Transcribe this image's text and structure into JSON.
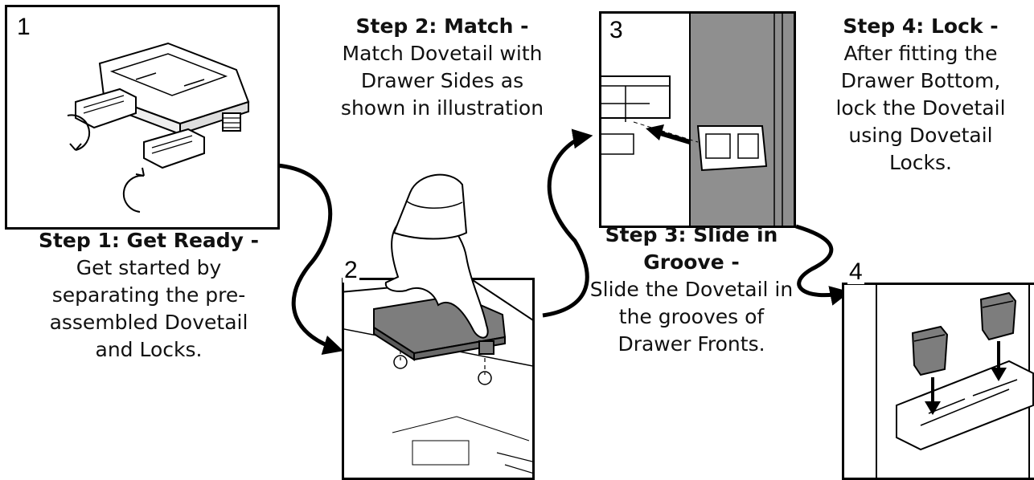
{
  "panels": [
    {
      "number": "1"
    },
    {
      "number": "2"
    },
    {
      "number": "3"
    },
    {
      "number": "4"
    }
  ],
  "steps": [
    {
      "heading": "Step 1: Get Ready -",
      "lines": [
        "Get started by",
        "separating the  pre-",
        "assembled  Dovetail",
        "and Locks."
      ]
    },
    {
      "heading": "Step 2: Match -",
      "lines": [
        "Match Dovetail with",
        "Drawer Sides as",
        "shown in illustration"
      ]
    },
    {
      "heading_lines": [
        "Step 3: Slide in",
        "Groove -"
      ],
      "lines": [
        "Slide the Dovetail in",
        "the grooves of",
        "Drawer Fronts."
      ]
    },
    {
      "heading": "Step 4: Lock -",
      "lines": [
        "After fitting the",
        "Drawer Bottom,",
        "lock the Dovetail",
        "using Dovetail",
        "Locks."
      ]
    }
  ],
  "colors": {
    "part_fill": "#7d7d7d",
    "part_dark": "#5a5a5a",
    "wood_grey": "#8f8f8f",
    "line": "#000000"
  }
}
